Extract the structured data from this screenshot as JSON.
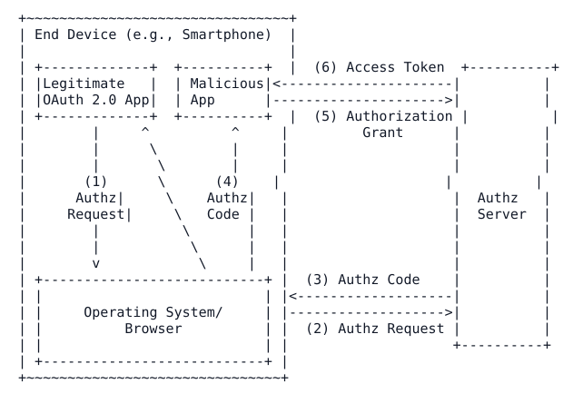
{
  "diagram": {
    "type": "ascii-art-flow-diagram",
    "title": "OAuth 2.0 Authorization Code Interception Attack",
    "outer_boundary_label": "End Device (e.g., Smartphone)",
    "boxes": [
      {
        "id": "legitimate-app",
        "lines": [
          "Legitimate",
          "OAuth 2.0 App"
        ]
      },
      {
        "id": "malicious-app",
        "lines": [
          "Malicious",
          "App"
        ]
      },
      {
        "id": "operating-system-browser",
        "lines": [
          "Operating System/",
          "Browser"
        ]
      },
      {
        "id": "authz-server",
        "lines": [
          "Authz",
          "Server"
        ]
      }
    ],
    "flow_labels": [
      {
        "step": "(1)",
        "lines": [
          "(1)",
          "Authz",
          "Request"
        ],
        "text": "(1) Authz Request"
      },
      {
        "step": "(2)",
        "lines": [
          "(2) Authz Request"
        ],
        "text": "(2) Authz Request"
      },
      {
        "step": "(3)",
        "lines": [
          "(3) Authz Code"
        ],
        "text": "(3) Authz Code"
      },
      {
        "step": "(4)",
        "lines": [
          "(4)",
          "Authz",
          "Code"
        ],
        "text": "(4) Authz Code"
      },
      {
        "step": "(5)",
        "lines": [
          "(5) Authorization",
          "Grant"
        ],
        "text": "(5) Authorization Grant"
      },
      {
        "step": "(6)",
        "lines": [
          "(6) Access Token"
        ],
        "text": "(6) Access Token"
      }
    ],
    "colors": {
      "text": "#111827",
      "background": "#ffffff"
    },
    "art": "+~~~~~~~~~~~~~~~~~~~~~~~~~~~~~~~~+\n| End Device (e.g., Smartphone)  |\n|                                |\n| +-------------+  +----------+  |  (6) Access Token  +----------+\n| |Legitimate   |  | Malicious|<---------------------|          |\n| |OAuth 2.0 App|  | App      |--------------------->|          |\n| +-------------+  +----------+  |  (5) Authorization |          |\n|        |     ^          ^      |         Grant      |          |\n|        |      \\         |      |                    |          |\n|        |       \\        |      |                    |          |\n|       (1)       \\      (4)     |                    |  Authz   |\n|      Authz|      \\     Authz|  |                    |  Server  |\n|     Request|      \\    Code |  |                    |          |\n|        |           \\        |  |                    |          |\n|        |            \\       |  |                    |          |\n|        |             \\      |  |                    |          |\n|        v              \\     |  |                    |          |\n| +-----------------------------+|  (3) Authz Code    |          |\n| |                             ||<-------------------|          |\n| |     Operating System/       ||------------------->|          |\n| |          Browser            ||  (2) Authz Request |          |\n| |                             ||                    |          |\n| +-----------------------------+|                    +----------+\n+~~~~~~~~~~~~~~~~~~~~~~~~~~~~~~~~+"
  },
  "grid": {
    "rows": [
      {
        "id": "row-0",
        "text": "+~~~~~~~~~~~~~~~~~~~~~~~~~~~~~~~~+"
      },
      {
        "id": "row-1",
        "text": "| End Device (e.g., Smartphone)  |"
      },
      {
        "id": "row-2",
        "text": "|                                |"
      },
      {
        "id": "row-3",
        "text": "| +-------------+  +----------+  |  (6) Access Token  +----------+"
      },
      {
        "id": "row-4",
        "text": "| |Legitimate   |  | Malicious|<---------------------|          |"
      },
      {
        "id": "row-5",
        "text": "| |OAuth 2.0 App|  | App      |--------------------->|          |"
      },
      {
        "id": "row-6",
        "text": "| +-------------+  +----------+  |  (5) Authorization |          |"
      },
      {
        "id": "row-7",
        "text": "|        |     ^          ^     |         Grant      |          |"
      },
      {
        "id": "row-8",
        "text": "|        |      \\         |     |                    |          |"
      },
      {
        "id": "row-9",
        "text": "|        |       \\        |     |                    |          |"
      },
      {
        "id": "row-10",
        "text": "|       (1)      \\      (4)    |                    |          |"
      },
      {
        "id": "row-11",
        "text": "|      Authz|     \\    Authz|   |                    |  Authz   |"
      },
      {
        "id": "row-12",
        "text": "|     Request|     \\   Code |   |                    |  Server  |"
      },
      {
        "id": "row-13",
        "text": "|        |          \\       |   |                    |          |"
      },
      {
        "id": "row-14",
        "text": "|        |           \\      |   |                    |          |"
      },
      {
        "id": "row-15",
        "text": "|        v            \\     |   |                    |          |"
      },
      {
        "id": "row-16",
        "text": "| +---------------------------+ |  (3) Authz Code    |          |"
      },
      {
        "id": "row-17",
        "text": "| |                           | |<-------------------|          |"
      },
      {
        "id": "row-18",
        "text": "| |     Operating System/     | |------------------->|          |"
      },
      {
        "id": "row-19",
        "text": "| |          Browser          | |  (2) Authz Request |          |"
      },
      {
        "id": "row-20",
        "text": "| |                           | |                    +----------+"
      },
      {
        "id": "row-21",
        "text": "| +---------------------------+ |"
      },
      {
        "id": "row-22",
        "text": "+~~~~~~~~~~~~~~~~~~~~~~~~~~~~~~~+"
      }
    ]
  }
}
